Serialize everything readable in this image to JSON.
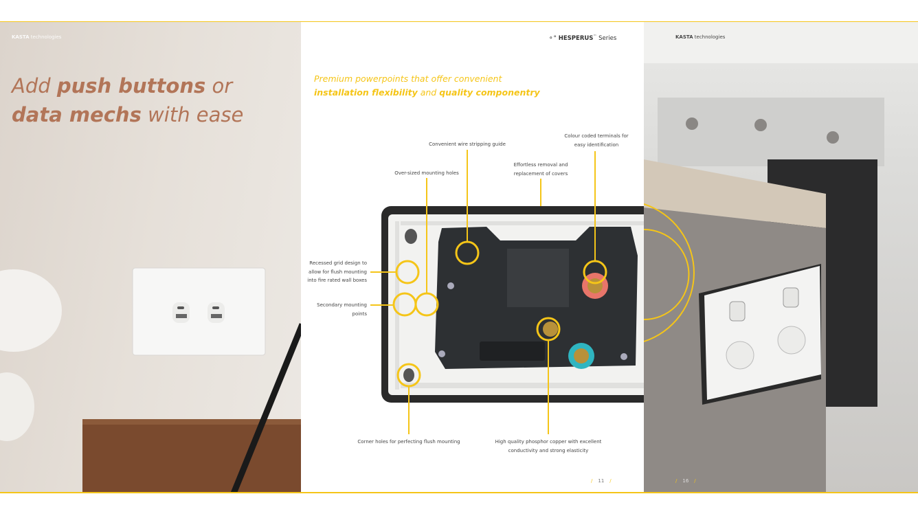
{
  "left_page": {
    "brand": {
      "bold": "KASTA",
      "rest": " technologies"
    },
    "headline": {
      "line1": [
        "Add ",
        "push buttons",
        " or"
      ],
      "line2": [
        "data mechs",
        " with ease"
      ]
    }
  },
  "middle_page": {
    "series_logo": {
      "name": "HESPERUS",
      "tm": "™",
      "suffix": " Series"
    },
    "tagline": {
      "line1": "Premium powerpoints that offer convenient",
      "line2": [
        "installation flexibility",
        " and ",
        "quality componentry"
      ]
    },
    "callouts": {
      "wire_stripping": "Convenient wire stripping guide",
      "colour_coded": [
        "Colour coded terminals for",
        "easy identification"
      ],
      "removal": [
        "Effortless removal and",
        "replacement of covers"
      ],
      "oversized_holes": "Over-sized mounting holes",
      "recessed_grid": [
        "Recessed grid design to",
        "allow for flush mounting",
        "into fire rated wall boxes"
      ],
      "secondary_points": "Secondary mounting points",
      "corner_holes": "Corner holes for perfecting flush mounting",
      "phosphor_copper": [
        "High quality phosphor copper with excellent",
        "conductivity and strong elasticity"
      ]
    },
    "page_number": "11"
  },
  "right_page": {
    "brand": {
      "bold": "KASTA",
      "rest": " technologies"
    },
    "page_number": "16"
  },
  "colors": {
    "accent": "#f5c518",
    "headline": "#b27558",
    "active_ring": "#e8756a",
    "earth_ring": "#2fb5c0"
  }
}
